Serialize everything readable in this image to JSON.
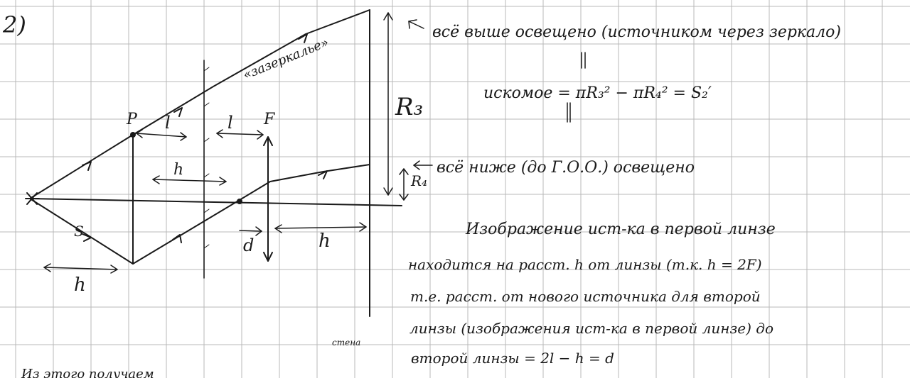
{
  "problem_number": "2)",
  "diagram": {
    "label_P": "P",
    "label_F": "F",
    "label_l_left": "l",
    "label_l_right": "l",
    "label_h_between": "h",
    "label_h_bottom": "h",
    "label_h_right": "h",
    "label_d": "d",
    "label_S": "S",
    "label_R3": "R₃",
    "label_R4": "R₄",
    "label_mirror": "«зазеркалье»",
    "label_wall": "стена"
  },
  "notes": {
    "line1": "всё выше освещено (источником через зеркало)",
    "formula": "искомое = πR₃² − πR₄² = S₂′",
    "line3": "всё ниже (до Г.О.О.) освещено",
    "para1": "Изображение ист-ка в первой линзе",
    "para2": "находится на расст. h от линзы (т.к. h = 2F)",
    "para3": "т.е. расст. от нового источника для второй",
    "para4": "линзы (изображения ист-ка в первой линзе) до",
    "para5": "второй линзы = 2l − h = d",
    "bottom_cut": "Из этого получаем"
  }
}
